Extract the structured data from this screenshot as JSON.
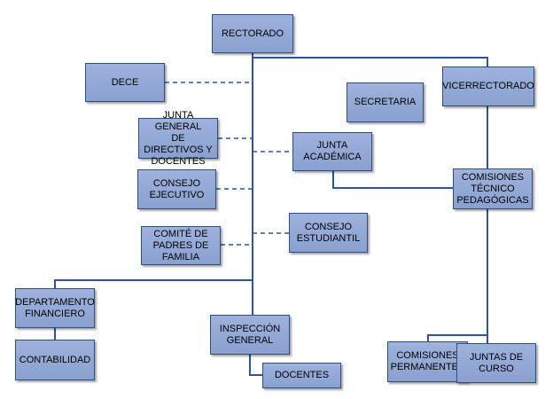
{
  "nodes": {
    "rectorado": "RECTORADO",
    "dece": "DECE",
    "vicerrectorado": "VICERRECTORADO",
    "secretaria": "SECRETARIA",
    "junta_general": "JUNTA GENERAL\nDE DIRECTIVOS Y\nDOCENTES",
    "junta_academica": "JUNTA\nACADÉMICA",
    "consejo_ejecutivo": "CONSEJO\nEJECUTIVO",
    "comisiones_tecnico": "COMISIONES\nTÉCNICO\nPEDAGÓGICAS",
    "comite_padres": "COMITÉ DE\nPADRES DE\nFAMILIA",
    "consejo_estudiantil": "CONSEJO\nESTUDIANTIL",
    "departamento_financiero": "DEPARTAMENTO\nFINANCIERO",
    "inspeccion_general": "INSPECCIÓN\nGENERAL",
    "contabilidad": "CONTABILIDAD",
    "docentes": "DOCENTES",
    "comisiones_permanentes": "COMISIONES\nPERMANENTES",
    "juntas_curso": "JUNTAS DE\nCURSO"
  }
}
